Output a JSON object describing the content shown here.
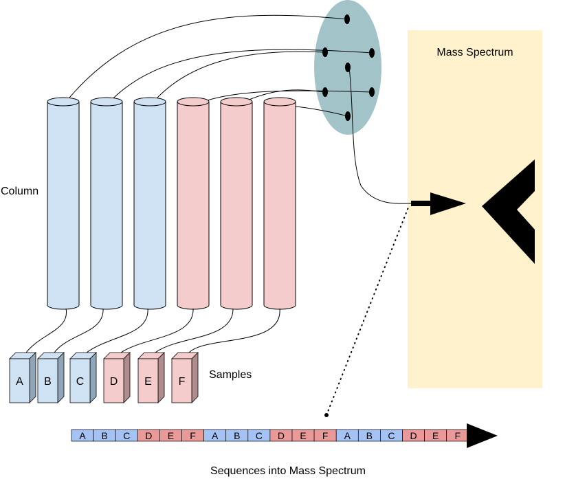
{
  "labels": {
    "column": "Column",
    "samples": "Samples",
    "mass_spectrum": "Mass Spectrum",
    "sequence_caption": "Sequences into Mass Spectrum"
  },
  "samples": [
    "A",
    "B",
    "C",
    "D",
    "E",
    "F"
  ],
  "sample_groups": [
    "blue",
    "blue",
    "blue",
    "red",
    "red",
    "red"
  ],
  "sequence": [
    "A",
    "B",
    "C",
    "D",
    "E",
    "F",
    "A",
    "B",
    "C",
    "D",
    "E",
    "F",
    "A",
    "B",
    "C",
    "D",
    "E",
    "F"
  ],
  "colors": {
    "blue_fill": "#cfe2f3",
    "red_fill": "#f4cccc",
    "blue_side": "#8fa6b8",
    "red_side": "#b08c8c",
    "seq_blue": "#a4c2f4",
    "seq_red": "#ea9999",
    "ellipse": "#a2c4c9",
    "spectrum_panel": "#fff2cc"
  }
}
